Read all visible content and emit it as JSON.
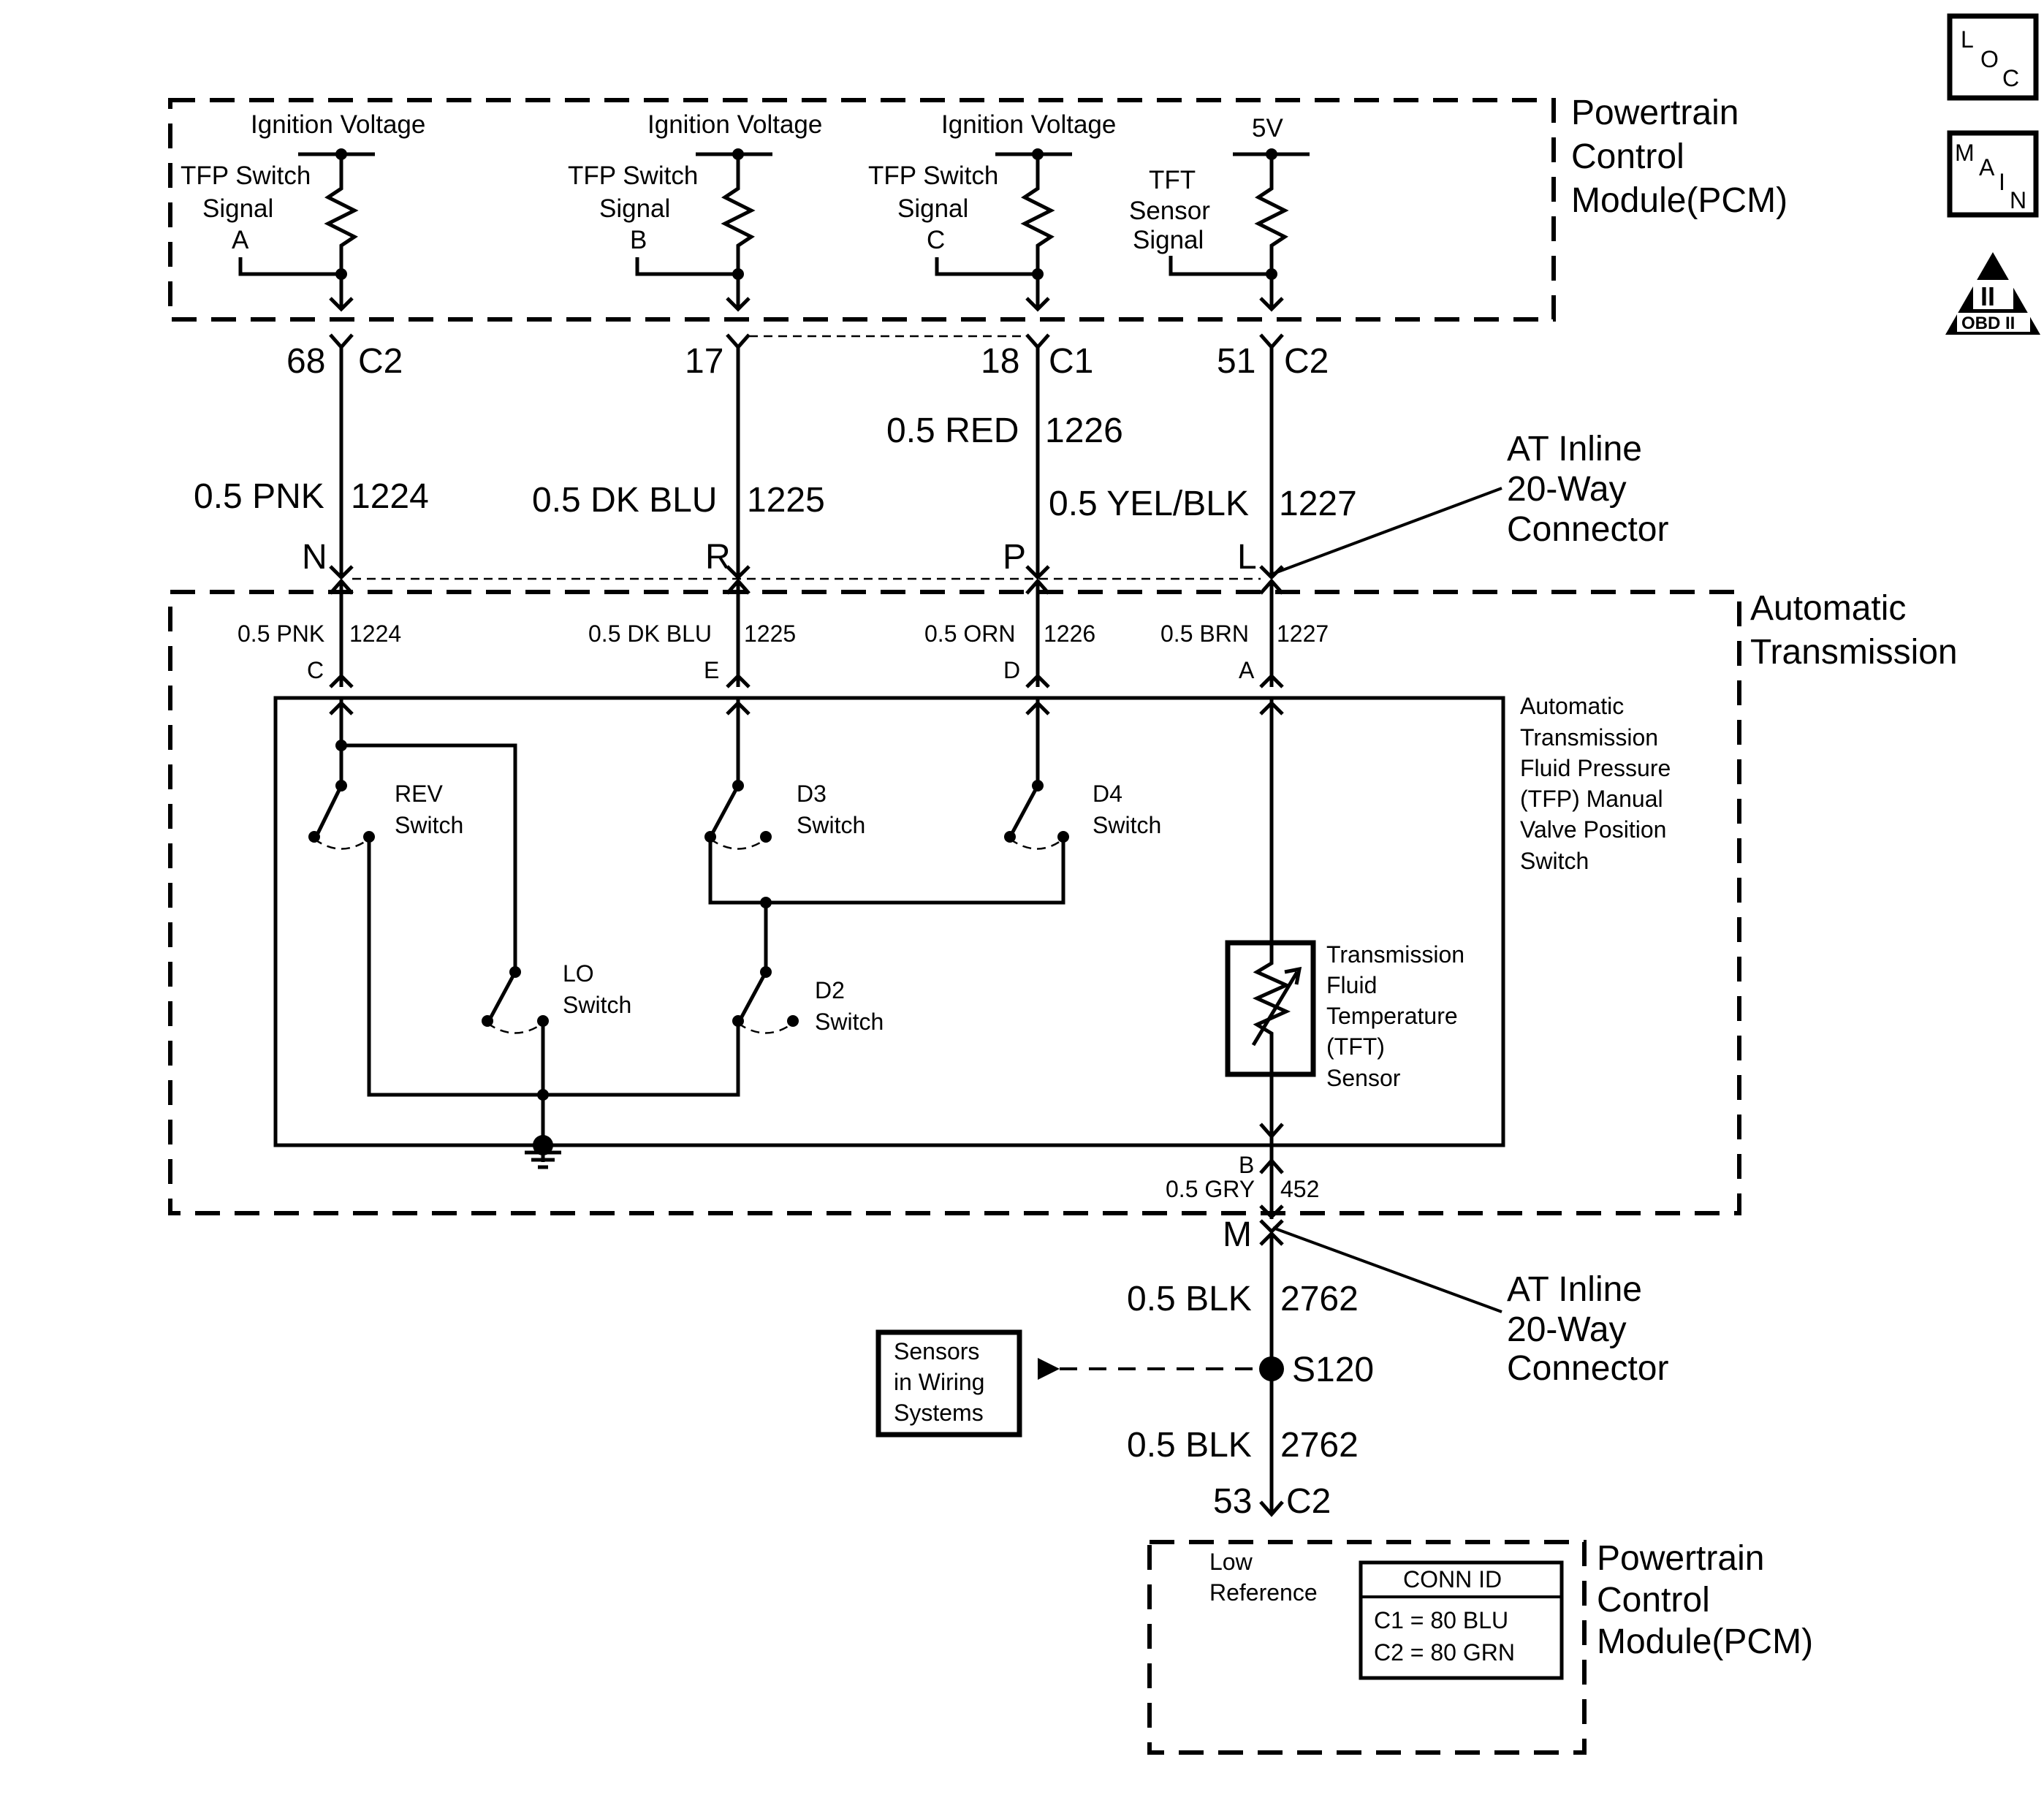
{
  "pcm_top": {
    "title_line1": "Powertrain",
    "title_line2": "Control",
    "title_line3": "Module(PCM)",
    "circuits": [
      {
        "supply": "Ignition Voltage",
        "signal_line1": "TFP Switch",
        "signal_line2": "Signal",
        "signal_line3": "A"
      },
      {
        "supply": "Ignition Voltage",
        "signal_line1": "TFP Switch",
        "signal_line2": "Signal",
        "signal_line3": "B"
      },
      {
        "supply": "Ignition Voltage",
        "signal_line1": "TFP Switch",
        "signal_line2": "Signal",
        "signal_line3": "C"
      },
      {
        "supply": "5V",
        "signal_line1": "TFT",
        "signal_line2": "Sensor",
        "signal_line3": "Signal"
      }
    ]
  },
  "pins_top": [
    {
      "pin": "68",
      "conn": "C2"
    },
    {
      "pin": "17",
      "conn": ""
    },
    {
      "pin": "18",
      "conn": "C1"
    },
    {
      "pin": "51",
      "conn": "C2"
    }
  ],
  "wires_upper": [
    {
      "wire": "0.5 PNK",
      "circuit": "1224"
    },
    {
      "wire": "0.5 DK BLU",
      "circuit": "1225"
    },
    {
      "wire": "0.5 RED",
      "circuit": "1226"
    },
    {
      "wire": "0.5 YEL/BLK",
      "circuit": "1227"
    }
  ],
  "inline_pins": [
    "N",
    "R",
    "P",
    "L"
  ],
  "at_inline_label": {
    "line1": "AT Inline",
    "line2": "20-Way",
    "line3": "Connector"
  },
  "transmission": {
    "title_line1": "Automatic",
    "title_line2": "Transmission",
    "wires": [
      {
        "wire": "0.5 PNK",
        "circuit": "1224",
        "pin": "C"
      },
      {
        "wire": "0.5 DK BLU",
        "circuit": "1225",
        "pin": "E"
      },
      {
        "wire": "0.5 ORN",
        "circuit": "1226",
        "pin": "D"
      },
      {
        "wire": "0.5 BRN",
        "circuit": "1227",
        "pin": "A"
      }
    ],
    "tfp_label": [
      "Automatic",
      "Transmission",
      "Fluid Pressure",
      "(TFP) Manual",
      "Valve Position",
      "Switch"
    ],
    "switches": {
      "rev": [
        "REV",
        "Switch"
      ],
      "d3": [
        "D3",
        "Switch"
      ],
      "d4": [
        "D4",
        "Switch"
      ],
      "lo": [
        "LO",
        "Switch"
      ],
      "d2": [
        "D2",
        "Switch"
      ]
    },
    "tft_label": [
      "Transmission",
      "Fluid",
      "Temperature",
      "(TFT)",
      "Sensor"
    ],
    "bottom_pin": "B",
    "bottom_wire": "0.5 GRY",
    "bottom_circuit": "452"
  },
  "lower": {
    "inline_pin": "M",
    "wire1": "0.5 BLK",
    "circuit1": "2762",
    "splice": "S120",
    "wire2": "0.5 BLK",
    "circuit2": "2762",
    "pcm_pin": "53",
    "pcm_conn": "C2",
    "sensors_ref": [
      "Sensors",
      "in Wiring",
      "Systems"
    ]
  },
  "pcm_bottom": {
    "title_line1": "Powertrain",
    "title_line2": "Control",
    "title_line3": "Module(PCM)",
    "low_ref_line1": "Low",
    "low_ref_line2": "Reference",
    "conn_id_title": "CONN ID",
    "conn_id_rows": [
      "C1 = 80 BLU",
      "C2 = 80 GRN"
    ]
  },
  "side_icons": {
    "loc": [
      "L",
      "O",
      "C"
    ],
    "main": [
      "M",
      "A",
      "I",
      "N"
    ],
    "obd": [
      "II",
      "OBD II"
    ]
  }
}
